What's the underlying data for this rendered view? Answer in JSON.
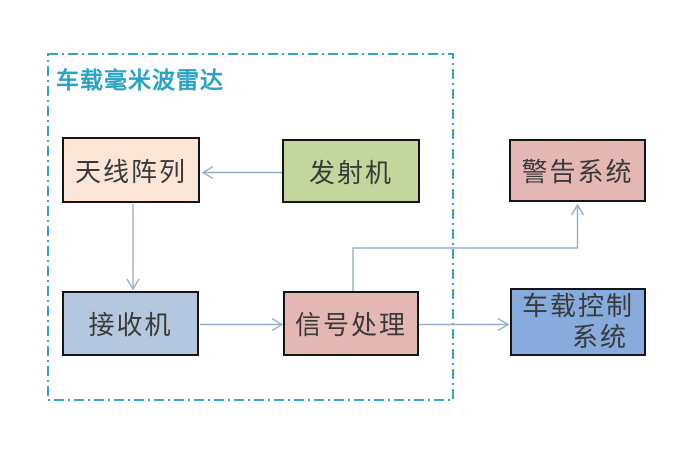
{
  "diagram": {
    "title": "车载毫米波雷达",
    "nodes": [
      {
        "id": "antenna-array",
        "label": "天线阵列",
        "fill": "#FBE5D6"
      },
      {
        "id": "transmitter",
        "label": "发射机",
        "fill": "#C3D69B"
      },
      {
        "id": "receiver",
        "label": "接收机",
        "fill": "#B5C7DE"
      },
      {
        "id": "signal-processing",
        "label": "信号处理",
        "fill": "#E5B7B4"
      },
      {
        "id": "warning-system",
        "label": "警告系统",
        "fill": "#E5B7B4"
      },
      {
        "id": "vehicle-control-system",
        "label": "车载控制系统",
        "lines": [
          "车载控制",
          "系统"
        ],
        "fill": "#86ABDC"
      }
    ],
    "group": {
      "label": "车载毫米波雷达",
      "members": [
        "antenna-array",
        "transmitter",
        "receiver",
        "signal-processing"
      ],
      "border_style": "dash-dot"
    },
    "edges": [
      {
        "from": "transmitter",
        "to": "antenna-array",
        "direction": "left"
      },
      {
        "from": "antenna-array",
        "to": "receiver",
        "direction": "down"
      },
      {
        "from": "receiver",
        "to": "signal-processing",
        "direction": "right"
      },
      {
        "from": "signal-processing",
        "to": "warning-system",
        "direction": "up-right-elbow"
      },
      {
        "from": "signal-processing",
        "to": "vehicle-control-system",
        "direction": "right"
      }
    ],
    "colors": {
      "background": "#FFFFFF",
      "group_border": "#31A5C6",
      "title_text": "#2BA3C6",
      "node_border": "#151515",
      "node_text": "#3A3A3A",
      "arrow": "#96AFC9"
    }
  }
}
